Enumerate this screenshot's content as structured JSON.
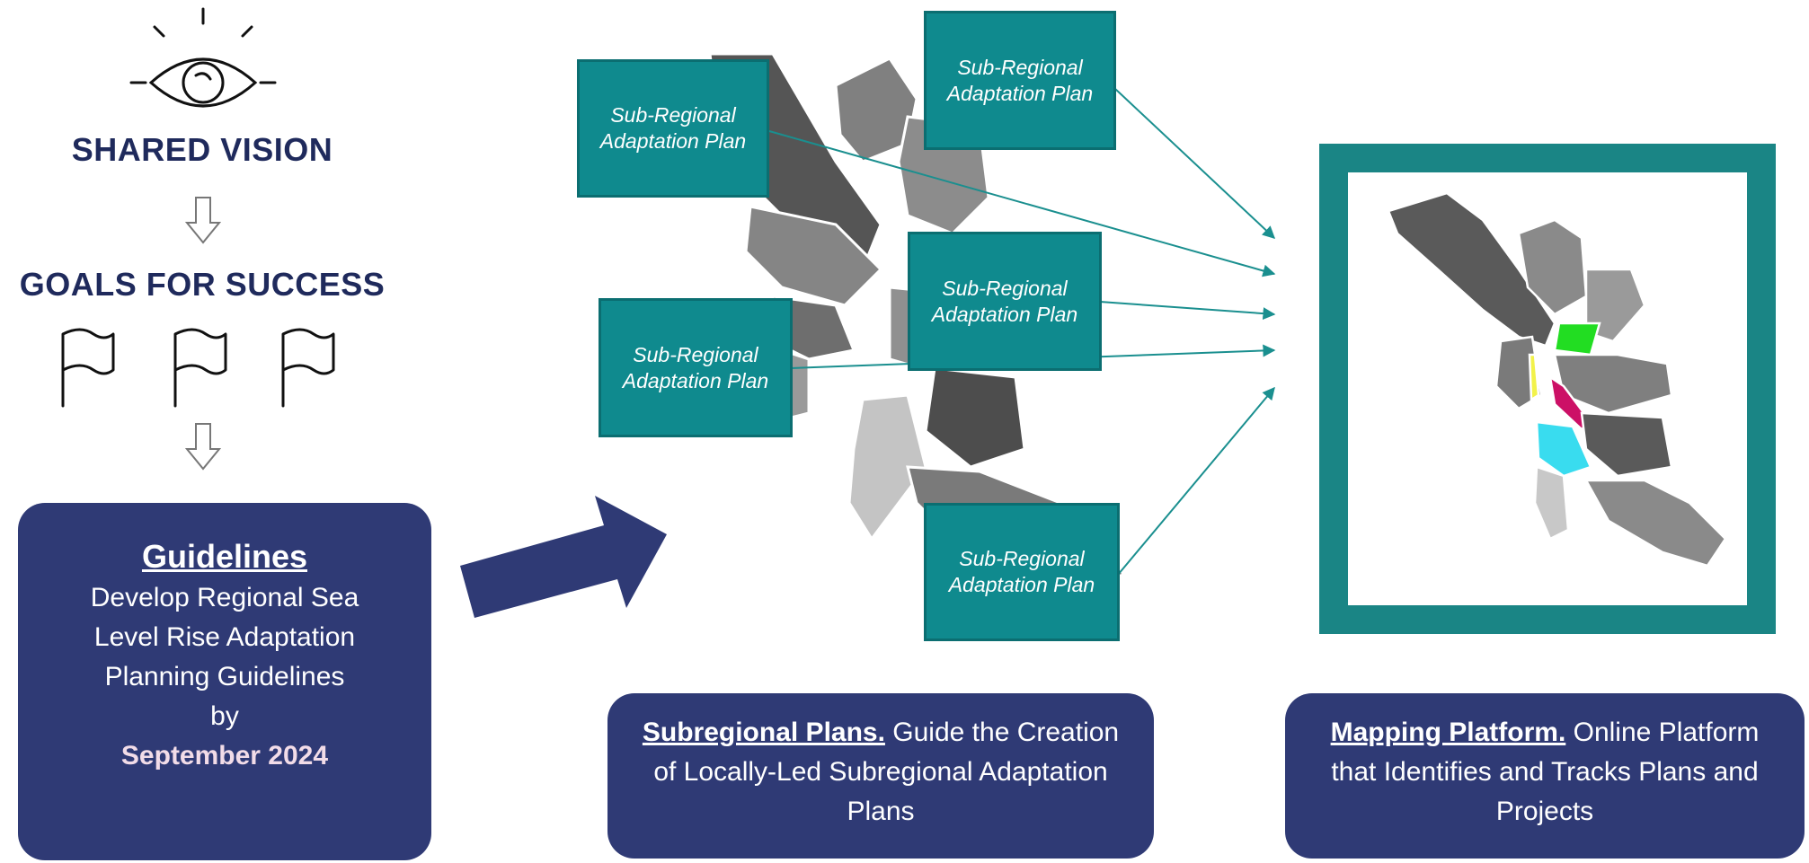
{
  "left_column": {
    "vision_label": "SHARED VISION",
    "goals_label": "GOALS FOR SUCCESS",
    "guidelines_title": "Guidelines",
    "guidelines_body": "Develop Regional Sea Level Rise Adaptation Planning Guidelines by",
    "guidelines_date": "September 2024"
  },
  "subregional_boxes": [
    "Sub-Regional Adaptation Plan",
    "Sub-Regional Adaptation Plan",
    "Sub-Regional Adaptation Plan",
    "Sub-Regional Adaptation Plan",
    "Sub-Regional Adaptation Plan"
  ],
  "bottom_boxes": {
    "subregional_title": "Subregional Plans.",
    "subregional_body": "Guide the Creation of Locally-Led Subregional Adaptation Plans",
    "mapping_title": "Mapping Platform.",
    "mapping_body": "Online Platform that Identifies and Tracks Plans and Projects"
  },
  "icons": [
    "eye-icon",
    "down-arrow-icon",
    "flag-icon",
    "right-arrow-icon"
  ],
  "colors": {
    "navy": "#2f3a75",
    "teal": "#0f8a8e",
    "heading": "#1f2a5c",
    "accent_date": "#f2dce8"
  }
}
